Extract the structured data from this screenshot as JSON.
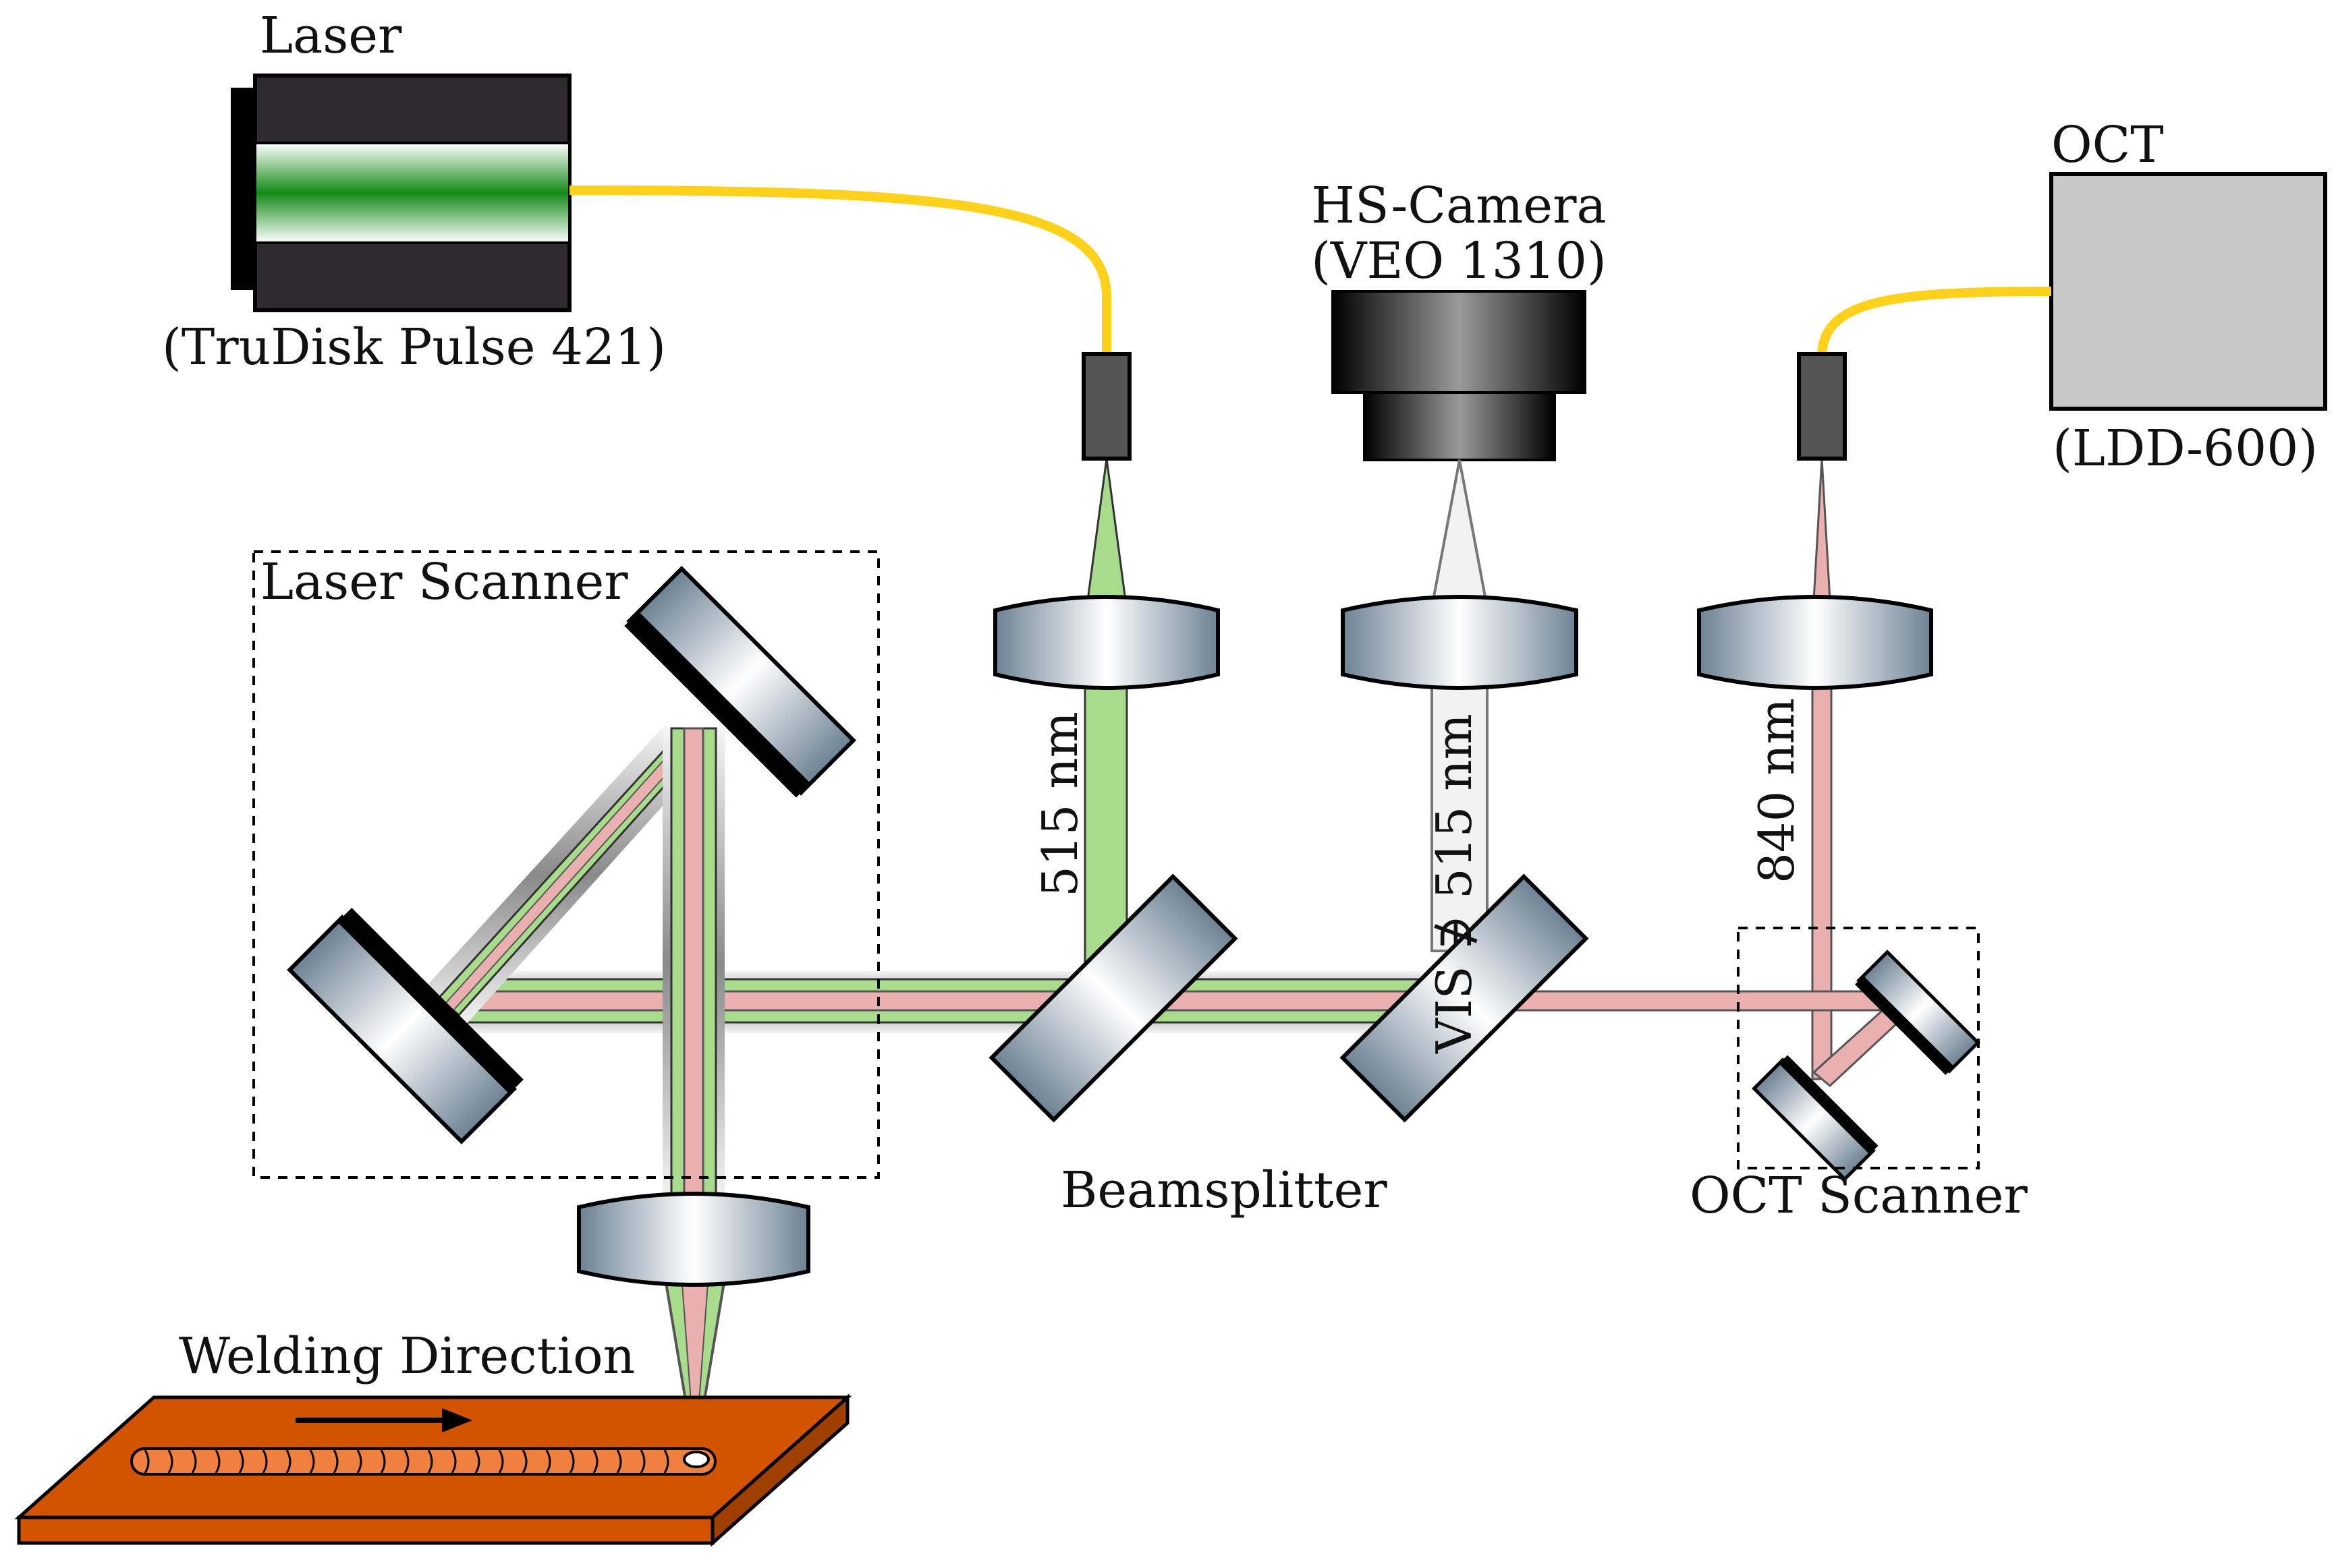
{
  "labels": {
    "laser": "Laser",
    "laser_model": "(TruDisk Pulse 421)",
    "camera": "HS-Camera",
    "camera_model": "(VEO 1310)",
    "oct": "OCT",
    "oct_model": "(LDD-600)",
    "laser_scanner": "Laser Scanner",
    "beamsplitter": "Beamsplitter",
    "oct_scanner": "OCT Scanner",
    "welding_direction": "Welding Direction",
    "wavelength_laser": "515 nm",
    "wavelength_camera": "VIS ∌ 515 nm",
    "wavelength_oct": "840 nm"
  },
  "colors": {
    "fiber": "#ffd11a",
    "laser_beam": "#a8dc8c",
    "oct_beam": "#eab0b0",
    "vis_beam": "#d8d8d8",
    "workpiece": "#d35400",
    "oct_box": "#c8c8c8"
  }
}
